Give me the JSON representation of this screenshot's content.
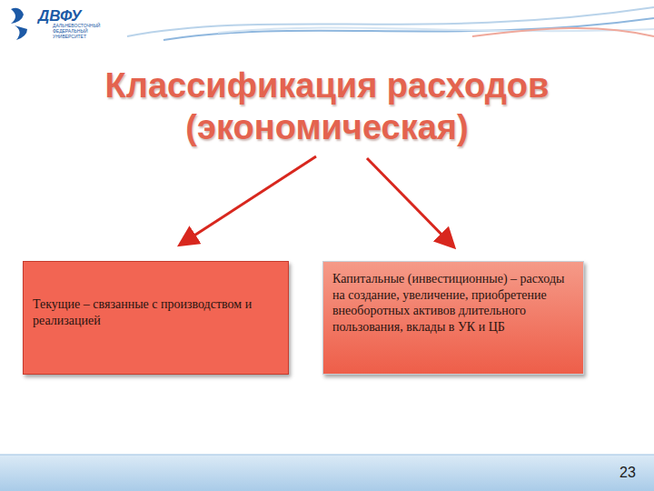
{
  "diagram": {
    "title": "Классификация расходов (экономическая)",
    "nodes": [
      {
        "text": [
          "Текущие – связанные с производством и реализацией"
        ]
      },
      {
        "text": [
          "Капитальные (инвестиционные) – расходы на создание, увеличение, приобретение внеоборотных активов длительного пользования, вклады в УК и ЦБ"
        ]
      }
    ],
    "labels": [
      "ДВФУ",
      "ДАЛЬНЕВОСТОЧНЫЙ ФЕДЕРАЛЬНЫЙ УНИВЕРСИТЕТ",
      "23"
    ]
  }
}
